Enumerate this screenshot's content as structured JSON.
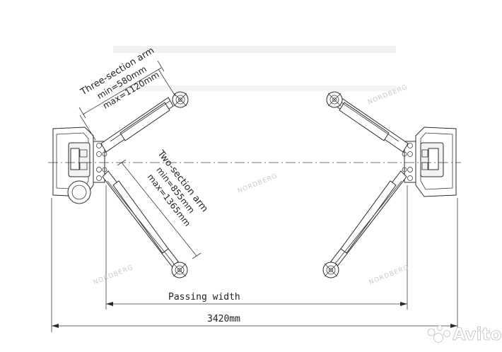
{
  "labels": {
    "three_section_title": "Three-section arm",
    "three_section_min": "min=580mm",
    "three_section_max": "max=1120mm",
    "two_section_title": "Two-section  arm",
    "two_section_min": "min=855mm",
    "two_section_max": "max=1365mm",
    "passing_width": "Passing width",
    "overall_width": "3420mm"
  },
  "watermarks": {
    "brand": "NORDBERG",
    "site": "Avito"
  },
  "colors": {
    "line": "#2b2b2b",
    "watermark": "#c9c9c9"
  }
}
